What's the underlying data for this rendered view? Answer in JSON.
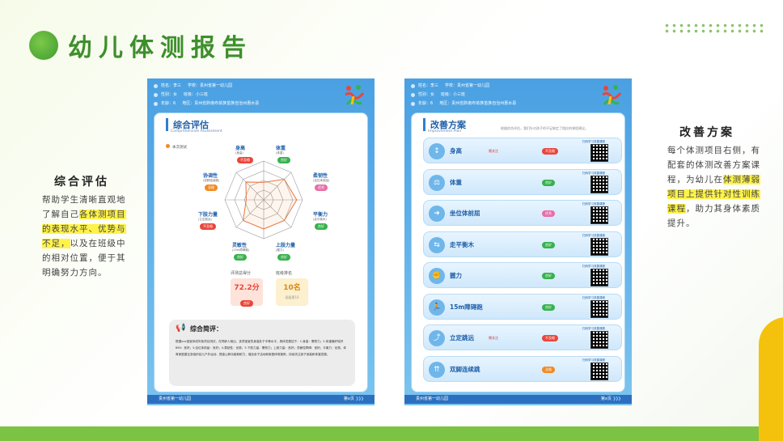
{
  "page_title": "幼儿体测报告",
  "left_section": {
    "title": "综合评估",
    "text_before": "帮助学生清晰直观地了解自己",
    "text_highlight": "各体测项目的表现水平、优势与不足，",
    "text_after": "以及在班级中的相对位置，便于其明确努力方向。"
  },
  "right_section": {
    "title": "改善方案",
    "text_before": "每个体测项目右侧，有配套的体测改善方案课程，为幼儿在",
    "text_highlight": "体测薄弱项目上提供针对性训练课程",
    "text_after": "，助力其身体素质提升。"
  },
  "report1": {
    "header": {
      "row1": [
        "姓名：李三",
        "学校：贵州省第一幼儿园"
      ],
      "row2": [
        "性别：女",
        "班级：小三班"
      ],
      "row3": [
        "年龄：6",
        "地区：贵州省黔南布依族苗族自治州惠水县"
      ]
    },
    "card_title": "综合评估",
    "card_sub": "Comprehensive Assessment",
    "legend": "本次测试",
    "radar_items": [
      {
        "name": "身高",
        "sub": "(身高)",
        "badge": "不及格"
      },
      {
        "name": "体重",
        "sub": "(体重)",
        "badge": "良好"
      },
      {
        "name": "柔韧性",
        "sub": "(坐位体前屈)",
        "badge": "优秀"
      },
      {
        "name": "平衡力",
        "sub": "(走平衡木)",
        "badge": "良好"
      },
      {
        "name": "上肢力量",
        "sub": "(握力)",
        "badge": "良好"
      },
      {
        "name": "灵敏性",
        "sub": "(15m障碍跑)",
        "badge": "良好"
      },
      {
        "name": "下肢力量",
        "sub": "(立定跳远)",
        "badge": "不及格"
      },
      {
        "name": "协调性",
        "sub": "(双脚连续跳)",
        "badge": "及格"
      }
    ],
    "score_label": "评测总得分",
    "score_value": "72.2分",
    "score_badge": "良好",
    "rank_label": "班级排名",
    "rank_value": "10名",
    "rank_badge": "班级第10",
    "summary_title": "综合简评：",
    "summary_body": "根据xxx宝宝体成年各项目测试，在同龄人相比，该项宝宝的身高处于中等水平，具体发展如下：1.身高：需努力；2.体重偏好较好BMI：良好；3.坐位体前屈：良好；4.柔韧性：优秀；5.下肢力量：需努力；上肢力量：良好；灵敏性障碍：良好；平衡力：优秀。体育家庭建议多组织幼儿户外运动，提高心肺功能和耐力，增加亲子活动和家庭体育锻炼，持续关注孩子身高和体重发展。",
    "footer_school": "贵州省第一幼儿园",
    "footer_page": "第x页"
  },
  "report2": {
    "header": {
      "row1": [
        "姓名：李三",
        "学校：贵州省第一幼儿园"
      ],
      "row2": [
        "性别：女",
        "班级：小三班"
      ],
      "row3": [
        "年龄：6",
        "地区：贵州省黔南布依族苗族自治州惠水县"
      ]
    },
    "card_title": "改善方案",
    "card_sub": "Improvement Plan",
    "card_note": "根据综合评估，我们针对孩子的不足制定了相应的课程建议。",
    "rows": [
      {
        "name": "身高",
        "tag": "需关注",
        "badge": "不及格",
        "badge_color": "red",
        "qr_label": "扫码学习改善课程"
      },
      {
        "name": "体重",
        "tag": "",
        "badge": "良好",
        "badge_color": "green",
        "qr_label": "扫码学习改善课程"
      },
      {
        "name": "坐位体前屈",
        "tag": "",
        "badge": "优秀",
        "badge_color": "pink",
        "qr_label": "扫码学习改善课程"
      },
      {
        "name": "走平衡木",
        "tag": "",
        "badge": "良好",
        "badge_color": "green",
        "qr_label": "扫码学习改善课程"
      },
      {
        "name": "握力",
        "tag": "",
        "badge": "良好",
        "badge_color": "green",
        "qr_label": "扫码学习改善课程"
      },
      {
        "name": "15m障碍跑",
        "tag": "",
        "badge": "良好",
        "badge_color": "green",
        "qr_label": "扫码学习改善课程"
      },
      {
        "name": "立定跳远",
        "tag": "需关注",
        "badge": "不及格",
        "badge_color": "red",
        "qr_label": "扫码学习改善课程"
      },
      {
        "name": "双脚连续跳",
        "tag": "",
        "badge": "及格",
        "badge_color": "orange",
        "qr_label": "扫码学习改善课程"
      }
    ],
    "footer_school": "贵州省第一幼儿园",
    "footer_page": "第x页"
  },
  "radar_values": [
    0.45,
    0.75,
    0.85,
    0.75,
    0.75,
    0.75,
    0.45,
    0.65
  ]
}
